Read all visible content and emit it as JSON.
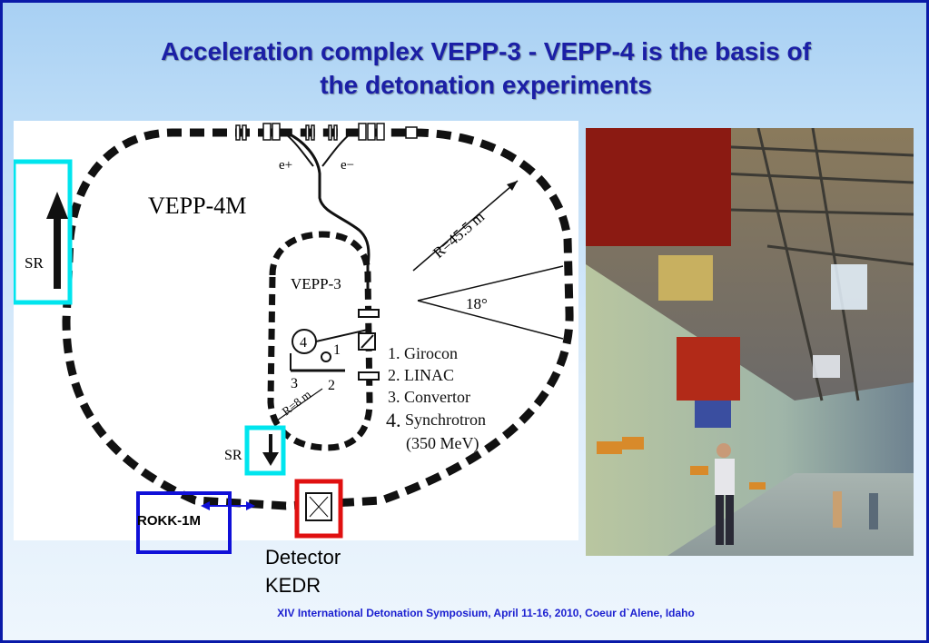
{
  "slide": {
    "title_line1": "Acceleration complex  VEPP-3 - VEPP-4 is the basis of",
    "title_line2": "the detonation experiments",
    "footer": "XIV International Detonation Symposium,  April 11-16, 2010, Coeur d`Alene, Idaho",
    "colors": {
      "border": "#0a1aa8",
      "title": "#1b1fa6",
      "cyan_box": "#00e5ee",
      "red_box": "#e01010",
      "blue_box": "#1010d8"
    }
  },
  "diagram": {
    "vepp4m_label": "VEPP-4M",
    "vepp3_label": "VEPP-3",
    "e_plus": "e+",
    "e_minus": "e−",
    "radius_big": "R=45.5 m",
    "angle": "18°",
    "radius_small": "R=8 m",
    "sr_left": "SR",
    "sr_bottom": "SR",
    "num_1": "1",
    "num_2": "2",
    "num_3": "3",
    "num_4": "4",
    "legend": [
      "1. Girocon",
      "2. LINAC",
      "3. Convertor",
      "4.",
      "Synchrotron",
      "(350 MeV)"
    ],
    "rokk_label": "ROKK-1M",
    "detector_line1": "Detector",
    "detector_line2": "KEDR"
  }
}
